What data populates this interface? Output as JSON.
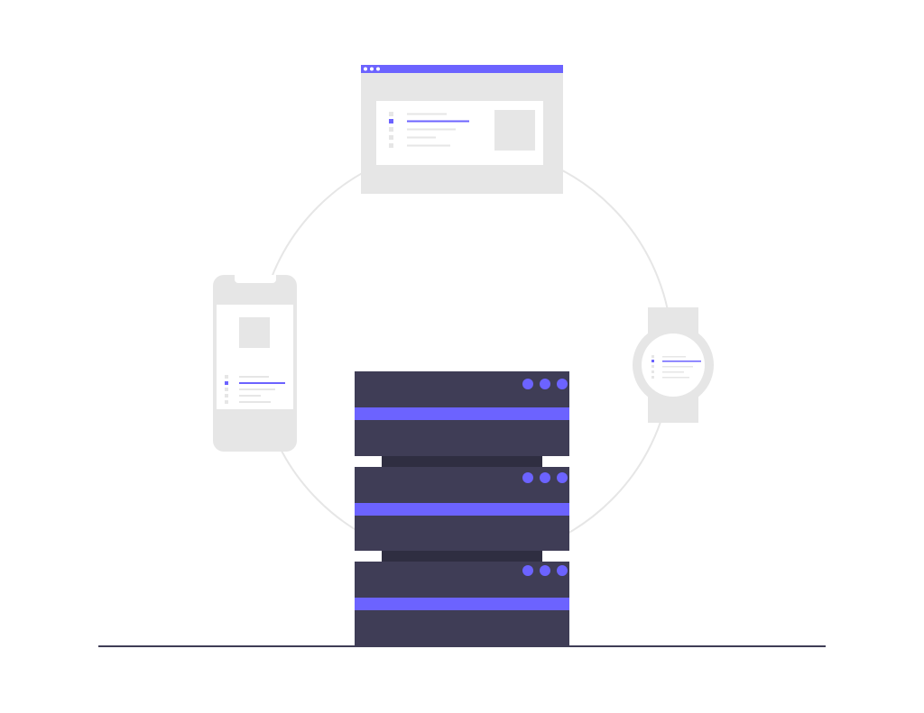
{
  "colors": {
    "background": "#ffffff",
    "ring": "#e6e6e6",
    "device": "#e6e6e6",
    "screen": "#ffffff",
    "accent": "#6c63ff",
    "server_body": "#3f3d56",
    "server_seam": "#2f2e41",
    "ground": "#3f3d56"
  },
  "illustration": {
    "subject": "server-sync-devices",
    "icons": [
      "browser-window-icon",
      "smartphone-icon",
      "smartwatch-icon",
      "server-rack-icon"
    ],
    "server_units": 3,
    "leds_per_unit": 3,
    "browser_window_dots": 3,
    "list_rows": {
      "browser": 5,
      "phone": 5,
      "watch": 5
    },
    "highlighted_row": 2
  }
}
